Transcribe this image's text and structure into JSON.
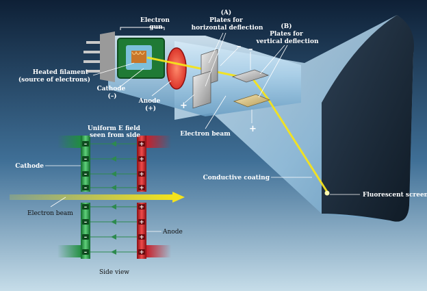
{
  "labels": {
    "electron_gun": [
      "Electron",
      "gun"
    ],
    "plates_a_letter": "(A)",
    "plates_a_text": [
      "Plates for",
      "horizontal deflection"
    ],
    "plates_b_letter": "(B)",
    "plates_b_text": [
      "Plates for",
      "vertical deflection"
    ],
    "heated_filament": [
      "Heated filament",
      "(source of electrons)"
    ],
    "cathode_top": [
      "Cathode",
      "(–)"
    ],
    "anode_top": [
      "Anode",
      "(+)"
    ],
    "electron_beam_top": "Electron beam",
    "uniform_field": [
      "Uniform E field",
      "seen from side"
    ],
    "conductive_coating": "Conductive coating",
    "fluorescent_screen": "Fluorescent screen",
    "cathode_side": "Cathode",
    "electron_beam_side": "Electron beam",
    "anode_side": "Anode",
    "side_view": "Side view"
  },
  "signs": {
    "minus": "–",
    "plus": "+"
  },
  "colors": {
    "background": "#ffffff",
    "tube_dark": "#0d2a4a",
    "tube_glass": "#b9dbf0",
    "screen": "#1c2b3a",
    "beam": "#f4e31c",
    "cathode_green": "#1f8f3c",
    "anode_red": "#c8202a",
    "field_lines": "#2d8a4e"
  }
}
